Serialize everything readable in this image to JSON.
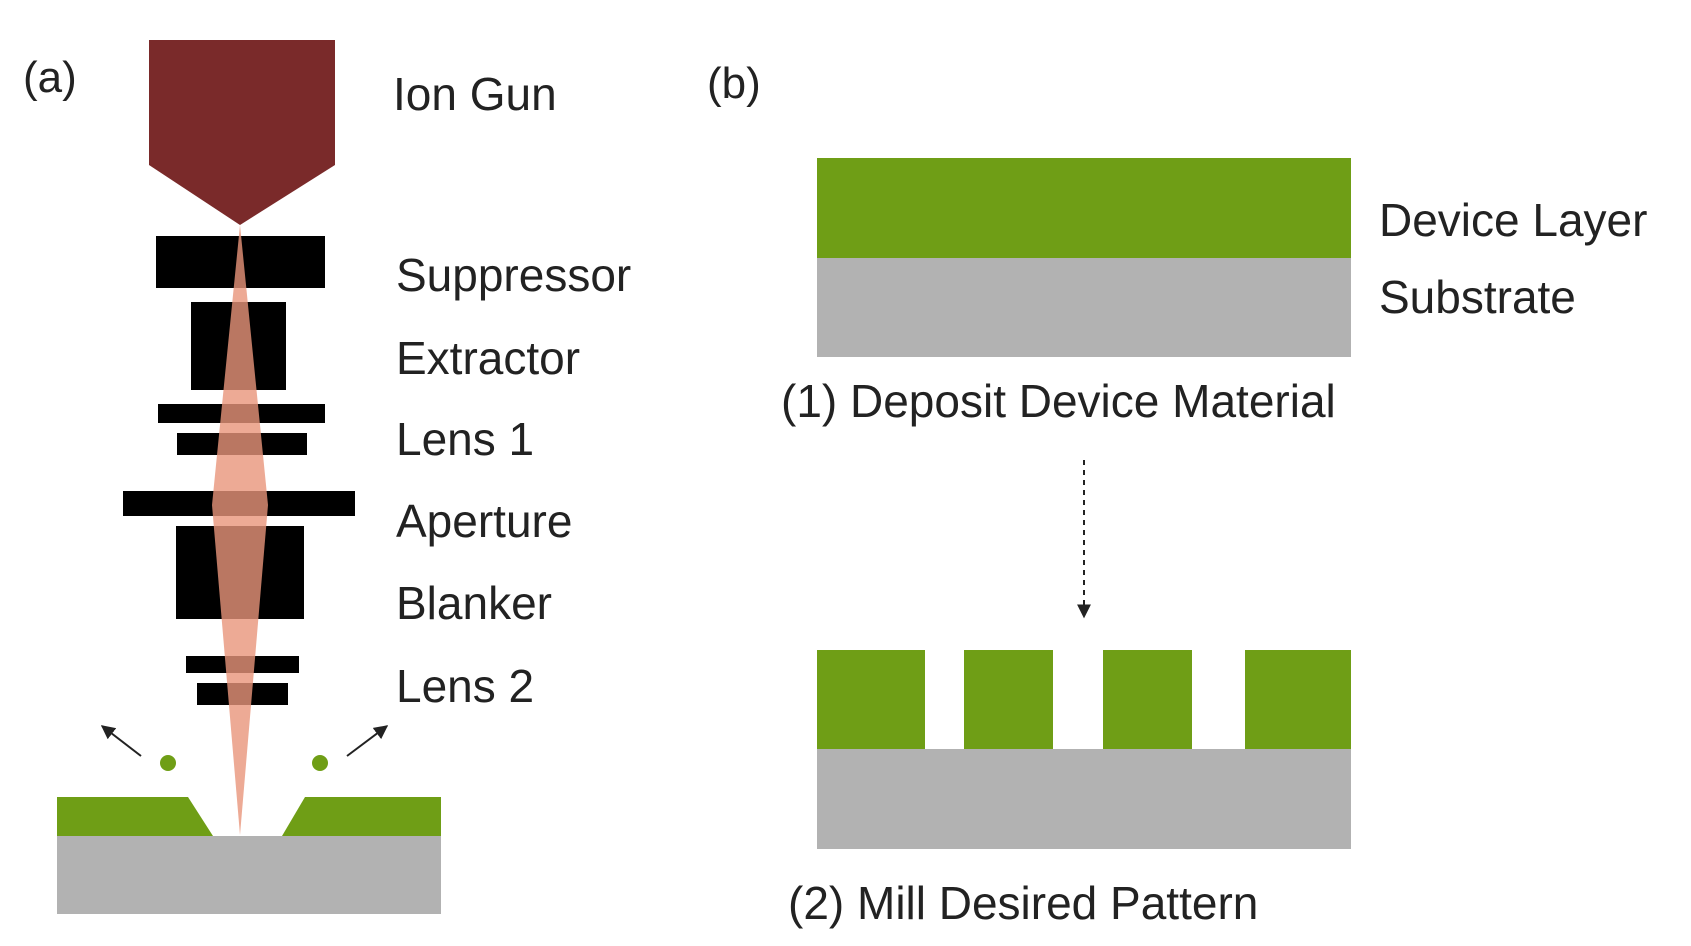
{
  "panel_a": {
    "letter": "(a)",
    "components": [
      {
        "key": "ion_gun",
        "label": "Ion Gun"
      },
      {
        "key": "suppressor",
        "label": "Suppressor"
      },
      {
        "key": "extractor",
        "label": "Extractor"
      },
      {
        "key": "lens1",
        "label": "Lens 1"
      },
      {
        "key": "aperture",
        "label": "Aperture"
      },
      {
        "key": "blanker",
        "label": "Blanker"
      },
      {
        "key": "lens2",
        "label": "Lens 2"
      }
    ]
  },
  "panel_b": {
    "letter": "(b)",
    "layers": {
      "device": "Device Layer",
      "substrate": "Substrate"
    },
    "steps": [
      "(1) Deposit Device Material",
      "(2) Mill Desired Pattern"
    ]
  },
  "colors": {
    "ion_gun": "#7a2a2a",
    "electrode": "#000000",
    "beam": "#e8957a",
    "beam_dark": "#b06a58",
    "device_layer": "#6f9e16",
    "substrate": "#b2b2b2",
    "text": "#222222"
  }
}
